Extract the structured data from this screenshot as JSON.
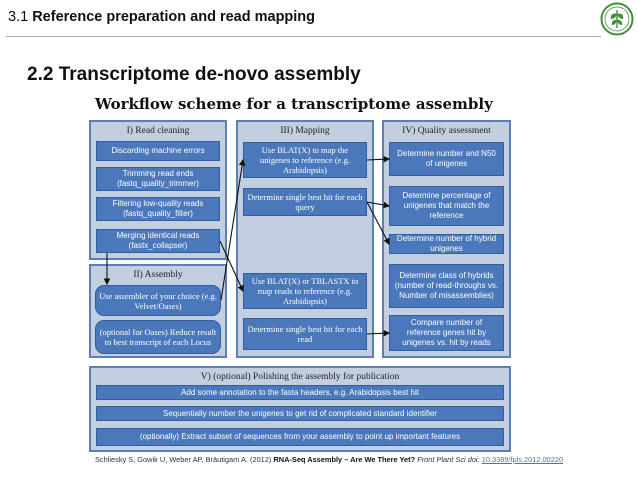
{
  "header": {
    "section_number": "3.1",
    "section_title": "Reference preparation and read mapping"
  },
  "subtitle": "2.2 Transcriptome de-novo assembly",
  "caption": "Workflow scheme for a transcriptome assembly",
  "panels": {
    "read_cleaning": {
      "title": "I) Read cleaning",
      "steps": [
        "Discarding machine errors",
        "Trimming read ends (fastq_quality_trimmer)",
        "Filtering low-quality reads (fastq_quality_filter)",
        "Merging identical reads (fastx_collapser)"
      ]
    },
    "assembly": {
      "title": "II) Assembly",
      "steps": [
        "Use assembler of your choice (e.g. Velvet/Oases)",
        "(optional for Oases) Reduce result to best transcript of each Locus"
      ]
    },
    "mapping": {
      "title": "III) Mapping",
      "steps": [
        "Use BLAT(X) to map the unigenes to reference (e.g. Arabidopsis)",
        "Determine single best hit for each query",
        "Use BLAT(X) or TBLASTX to map reads to reference (e.g. Arabidopsis)",
        "Determine single best hit for each read"
      ]
    },
    "quality": {
      "title": "IV) Quality assessment",
      "steps": [
        "Determine number and N50 of unigenes",
        "Determine percentage of unigenes that match the reference",
        "Determine number of hybrid unigenes",
        "Determine class of hybrids (number of read-throughs vs. Number of misassemblies)",
        "Compare number of reference genes hit by unigenes vs. hit by reads"
      ]
    },
    "polishing": {
      "title": "V) (optional) Polishing the assembly for publication",
      "steps": [
        "Add some annotation to the fasta headers, e.g. Arabidopsis best hit",
        "Sequentially number the unigenes to get rid of complicated standard identifier",
        "(optionally) Extract subset of sequences from your assembly to point up important features"
      ]
    }
  },
  "citation": {
    "authors": "Schliesky S, Gowik U, Weber AP, Bräutigam A. (2012)",
    "title": "RNA-Seq Assembly – Are We There Yet?",
    "journal": "Front Plant Sci doi:",
    "doi": "10.3389/fpls.2012.00220"
  },
  "colors": {
    "box": "#4a78ba",
    "panel": "#c3cfe0",
    "panel_border": "#5d7fb4",
    "logo_green": "#3f8f3a"
  },
  "logo_icon": "leaf-emblem-icon"
}
